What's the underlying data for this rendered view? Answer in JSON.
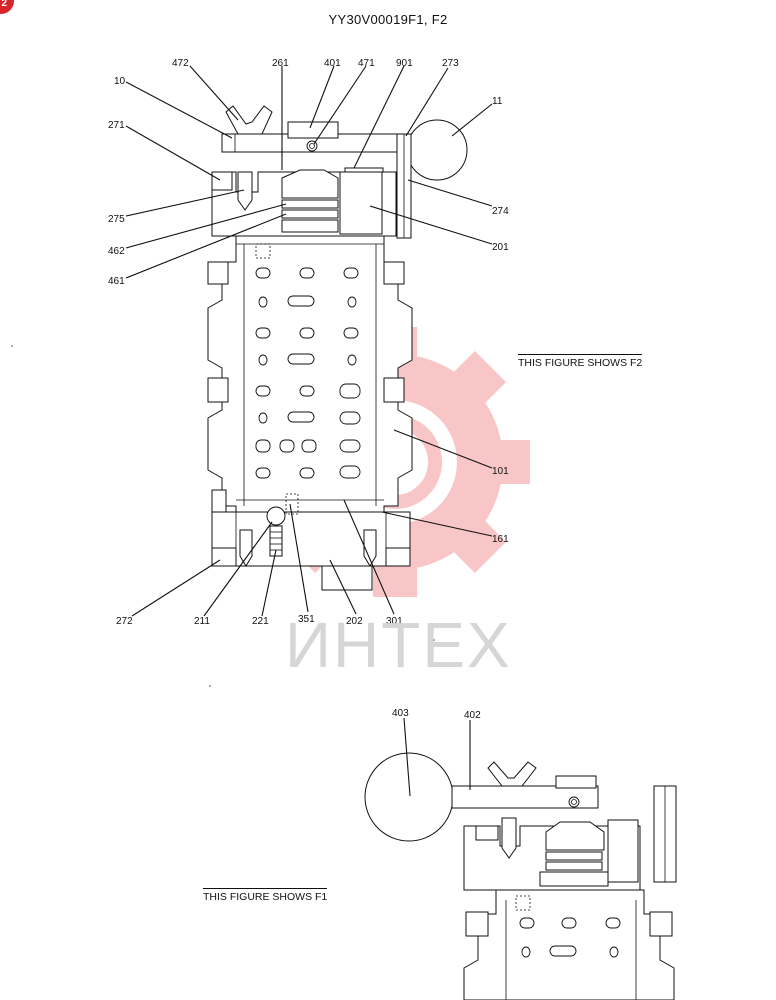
{
  "header": {
    "title": "YY30V00019F1, F2"
  },
  "page_badge": "2",
  "notes": {
    "f2": "THIS FIGURE SHOWS F2",
    "f1": "THIS FIGURE SHOWS F1"
  },
  "watermark": {
    "text": "ИНТЕХ",
    "logo": "gear-logo"
  },
  "callouts_main": [
    {
      "label": "472"
    },
    {
      "label": "261"
    },
    {
      "label": "401"
    },
    {
      "label": "471"
    },
    {
      "label": "901"
    },
    {
      "label": "273"
    },
    {
      "label": "10"
    },
    {
      "label": "11"
    },
    {
      "label": "271"
    },
    {
      "label": "274"
    },
    {
      "label": "275"
    },
    {
      "label": "201"
    },
    {
      "label": "462"
    },
    {
      "label": "461"
    },
    {
      "label": "101"
    },
    {
      "label": "161"
    },
    {
      "label": "272"
    },
    {
      "label": "211"
    },
    {
      "label": "221"
    },
    {
      "label": "351"
    },
    {
      "label": "202"
    },
    {
      "label": "301"
    }
  ],
  "callouts_detail": [
    {
      "label": "403"
    },
    {
      "label": "402"
    }
  ],
  "colors": {
    "line": "#111111",
    "watermark_red": "#e8353b",
    "badge": "#d8262c"
  }
}
